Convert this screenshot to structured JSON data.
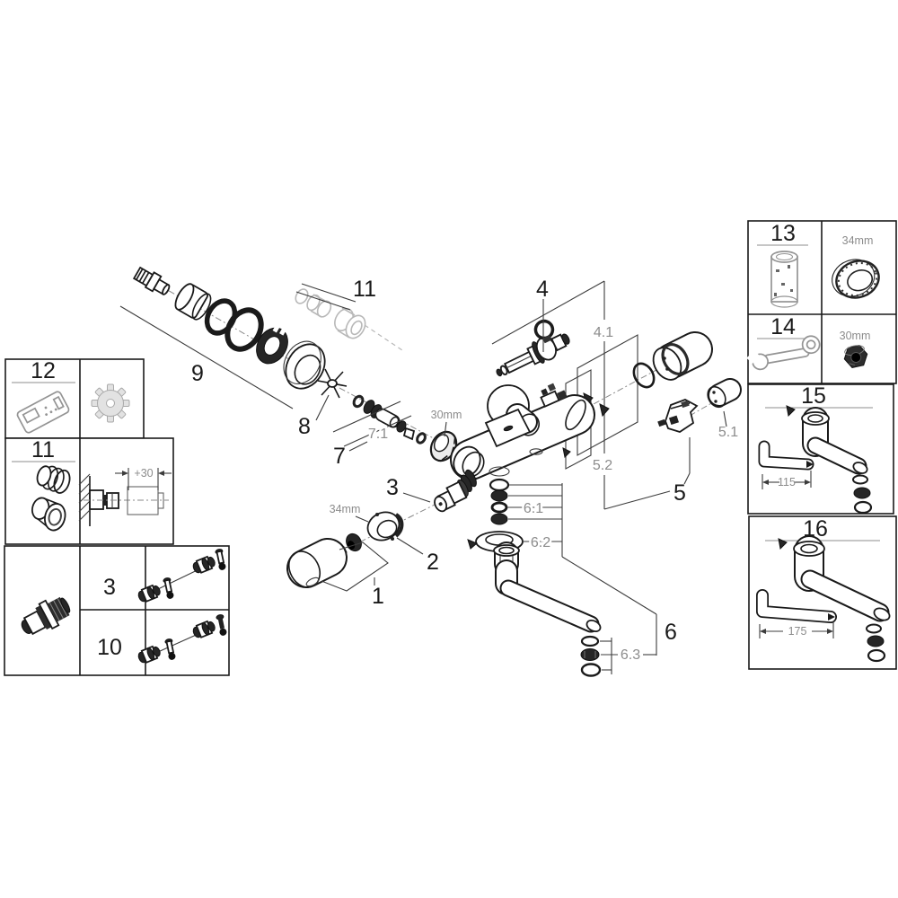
{
  "diagram": {
    "type": "exploded-parts-diagram",
    "labels": {
      "p1": "1",
      "p2": "2",
      "p3": "3",
      "p4": "4",
      "p41": "4.1",
      "p5": "5",
      "p51": "5.1",
      "p52": "5.2",
      "p6": "6",
      "p61": "6.1",
      "p62": "6.2",
      "p63": "6.3",
      "p7": "7",
      "p71": "7.1",
      "p8": "8",
      "p9": "9",
      "p11": "11",
      "dim30": "30mm",
      "dim34": "34mm"
    }
  },
  "callout_boxes": {
    "b12": {
      "num": "12",
      "icons": [
        "remote-control-icon",
        "gear-icon"
      ]
    },
    "b11": {
      "num": "11",
      "dim": "+30",
      "icons": [
        "bushing-icon",
        "wall-extension-icon"
      ]
    },
    "b310": {
      "row1_num": "3",
      "row2_num": "10",
      "icons": [
        "check-valve-icon",
        "valve-and-screw-icon"
      ]
    },
    "b13": {
      "num": "13",
      "dim": "34mm",
      "icons": [
        "socket-tool-icon",
        "ring-nut-icon"
      ]
    },
    "b14": {
      "num": "14",
      "dim": "30mm",
      "icons": [
        "wrench-icon",
        "cap-nut-icon"
      ]
    },
    "b15": {
      "num": "15",
      "dim": "115",
      "icons": [
        "spout-short-icon"
      ]
    },
    "b16": {
      "num": "16",
      "dim": "175",
      "icons": [
        "spout-long-icon"
      ]
    }
  },
  "colors": {
    "background": "#ffffff",
    "line": "#1a1a1a",
    "muted_text": "#8c8c8c",
    "ghost": "#b8b8b8",
    "dark_fill": "#262626"
  }
}
